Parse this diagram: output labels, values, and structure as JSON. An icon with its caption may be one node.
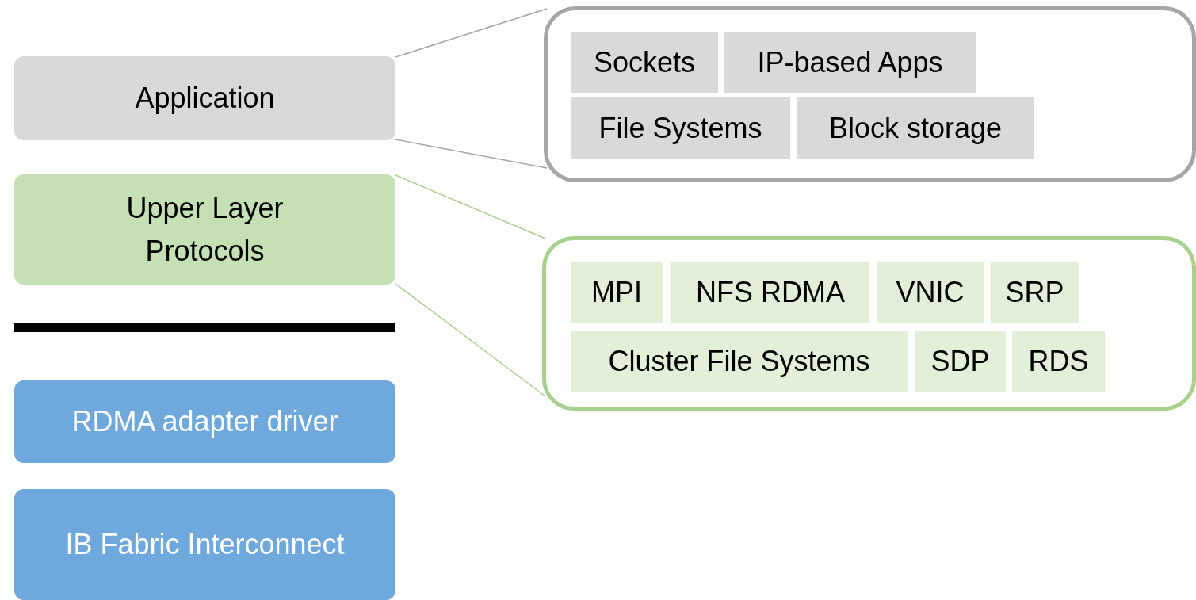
{
  "diagram": {
    "nodes": [
      {
        "text": [
          "Application"
        ]
      },
      {
        "text": [
          "Upper Layer Protocols"
        ]
      },
      {
        "text": [
          "RDMA adapter driver"
        ]
      },
      {
        "text": [
          "IB Fabric Interconnect"
        ]
      },
      {
        "text": [],
        "shape": "box"
      },
      {
        "text": [
          "Sockets"
        ],
        "in": 4
      },
      {
        "text": [
          "IP-based Apps"
        ],
        "in": 4
      },
      {
        "text": [
          "File Systems"
        ],
        "in": 4
      },
      {
        "text": [
          "Block storage"
        ],
        "in": 4
      },
      {
        "text": [],
        "shape": "box"
      },
      {
        "text": [
          "MPI"
        ],
        "in": 9
      },
      {
        "text": [
          "NFS RDMA"
        ],
        "in": 9
      },
      {
        "text": [
          "VNIC"
        ],
        "in": 9
      },
      {
        "text": [
          "SRP"
        ],
        "in": 9
      },
      {
        "text": [
          "Cluster File Systems"
        ],
        "in": 9
      },
      {
        "text": [
          "SDP"
        ],
        "in": 9
      },
      {
        "text": [
          "RDS"
        ],
        "in": 9
      }
    ],
    "edges": [
      {
        "from": 0,
        "to": 4,
        "arrow": "none",
        "color": "#a6a6a6"
      },
      {
        "from": 0,
        "to": 4,
        "arrow": "none",
        "color": "#a6a6a6"
      },
      {
        "from": 1,
        "to": 9,
        "arrow": "none",
        "color": "#a9d18e"
      },
      {
        "from": 1,
        "to": 9,
        "arrow": "none",
        "color": "#a9d18e"
      }
    ]
  }
}
